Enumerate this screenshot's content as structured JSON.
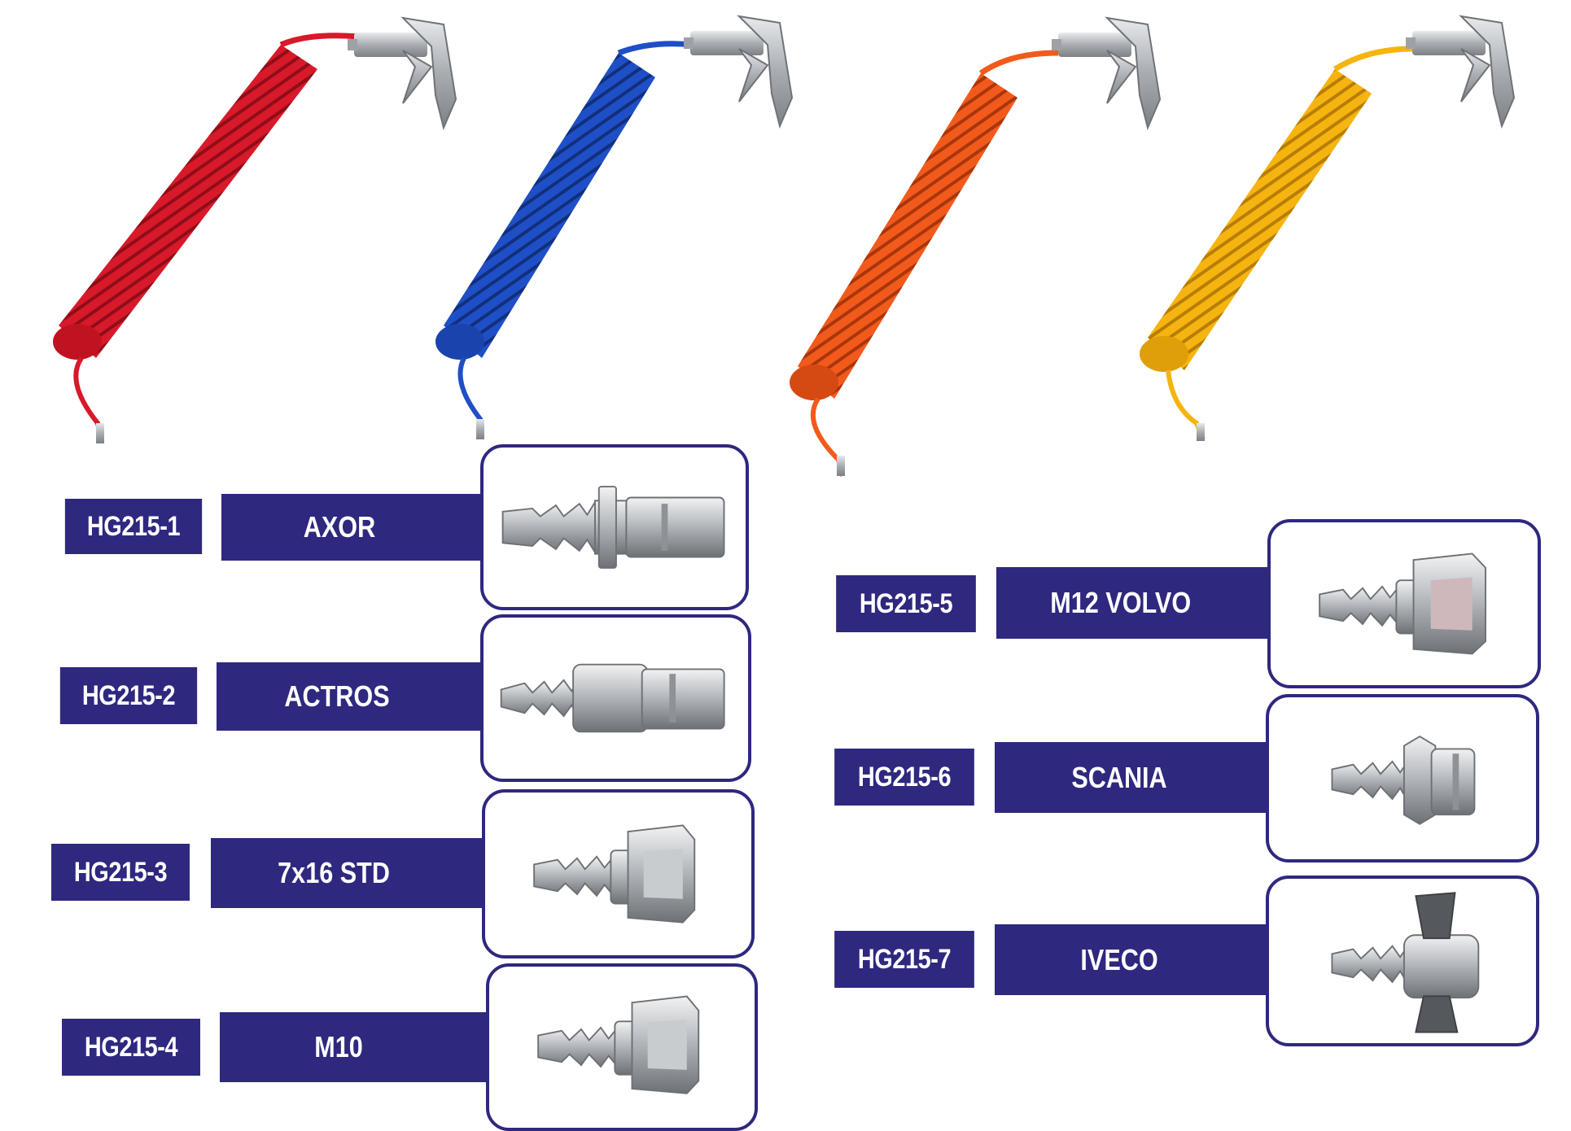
{
  "palette": {
    "brand": "#2e287f",
    "hose_red": "#d7192a",
    "hose_blue": "#1f4fc7",
    "hose_orange": "#f25a1c",
    "hose_yellow": "#f5b40f",
    "metal": "#b9bcc0"
  },
  "hoses": [
    {
      "color_name": "red",
      "icon": "coiled-air-hose-with-blow-gun"
    },
    {
      "color_name": "blue",
      "icon": "coiled-air-hose-with-blow-gun"
    },
    {
      "color_name": "orange",
      "icon": "coiled-air-hose-with-blow-gun"
    },
    {
      "color_name": "yellow",
      "icon": "coiled-air-hose-with-blow-gun"
    }
  ],
  "products": [
    {
      "code": "HG215-1",
      "name": "AXOR",
      "icon": "quick-coupler-plug-icon"
    },
    {
      "code": "HG215-2",
      "name": "ACTROS",
      "icon": "quick-coupler-sleeve-icon"
    },
    {
      "code": "HG215-3",
      "name": "7x16 STD",
      "icon": "hex-nut-fitting-icon"
    },
    {
      "code": "HG215-4",
      "name": "M10",
      "icon": "hex-nut-fitting-icon"
    },
    {
      "code": "HG215-5",
      "name": "M12 VOLVO",
      "icon": "hex-nut-fitting-icon"
    },
    {
      "code": "HG215-6",
      "name": "SCANIA",
      "icon": "coupler-fitting-icon"
    },
    {
      "code": "HG215-7",
      "name": "IVECO",
      "icon": "wing-nut-fitting-icon"
    }
  ]
}
